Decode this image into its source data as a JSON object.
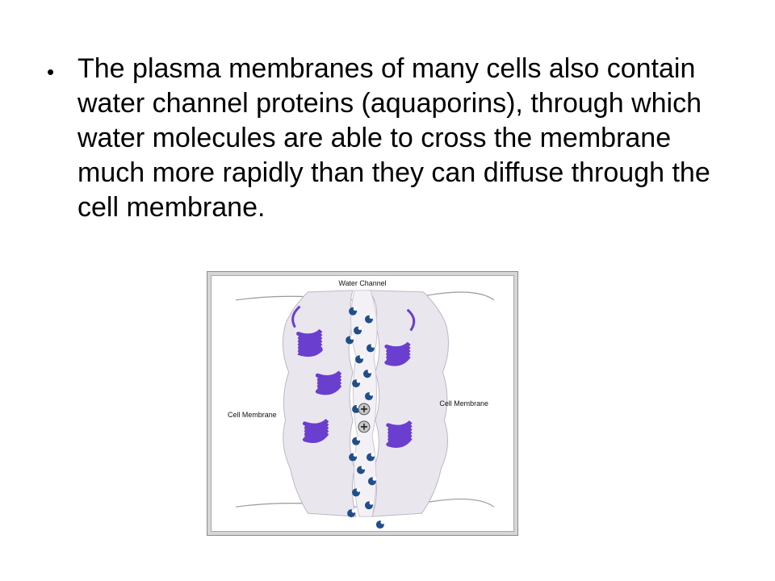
{
  "slide": {
    "bullet_text": "The plasma membranes of many cells also contain water channel proteins (aquaporins), through which water molecules are able to cross the membrane much more rapidly than they can diffuse through the cell membrane."
  },
  "figure": {
    "title_label": "Water Channel",
    "left_label": "Cell Membrane",
    "right_label": "Cell Membrane",
    "colors": {
      "helix": "#6a3fd0",
      "membrane_fill": "#e9e6ee",
      "channel_fill": "#f4f1f6",
      "water_oxygen": "#1f4f8a",
      "ion": "#c7c7c7"
    }
  }
}
